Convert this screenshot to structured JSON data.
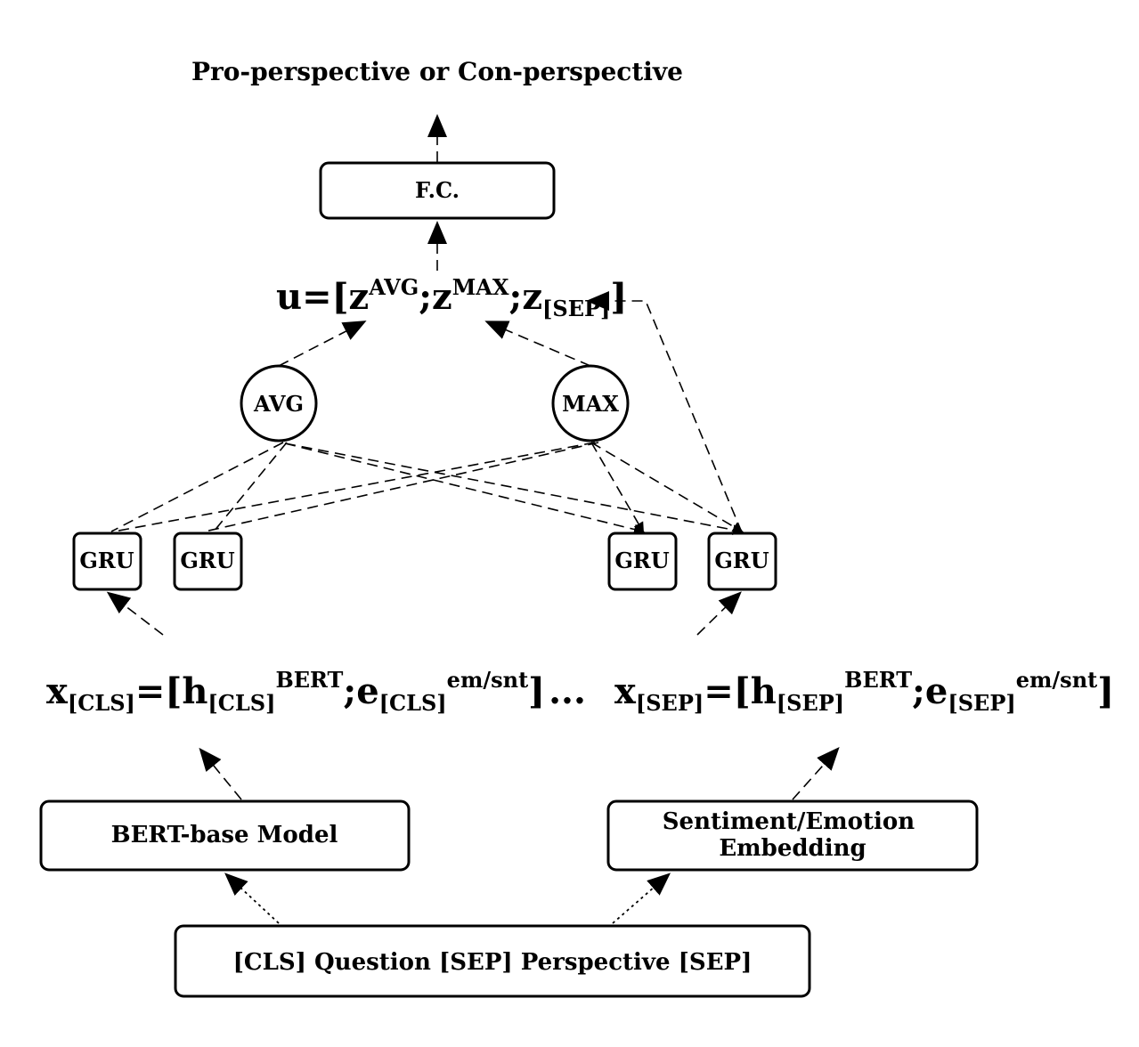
{
  "title": "Pro-perspective or Con-perspective",
  "fc": "F.C.",
  "u_formula": {
    "base": "u=[z",
    "sup1": "AVG",
    "mid1": ";z",
    "sup2": "MAX",
    "mid2": ";z",
    "sub1": "[SEP]",
    "end": "]"
  },
  "avg": "AVG",
  "max": "MAX",
  "gru": [
    "GRU",
    "GRU",
    "GRU",
    "GRU"
  ],
  "x_cls": {
    "x": "x",
    "x_sub": "[CLS]",
    "eq": "=[h",
    "h_sub": "[CLS]",
    "h_sup": "BERT",
    "semi": ";e",
    "e_sub": "[CLS]",
    "e_sup": "em/snt",
    "end": "]"
  },
  "ellipsis": "...",
  "x_sep": {
    "x": "x",
    "x_sub": "[SEP]",
    "eq": "=[h",
    "h_sub": "[SEP]",
    "h_sup": "BERT",
    "semi": ";e",
    "e_sub": "[SEP]",
    "e_sup": "em/snt",
    "end": "]"
  },
  "bert_box": "BERT-base Model",
  "sent_box": [
    "Sentiment/Emotion",
    "Embedding"
  ],
  "input_box": "[CLS] Question [SEP] Perspective [SEP]"
}
